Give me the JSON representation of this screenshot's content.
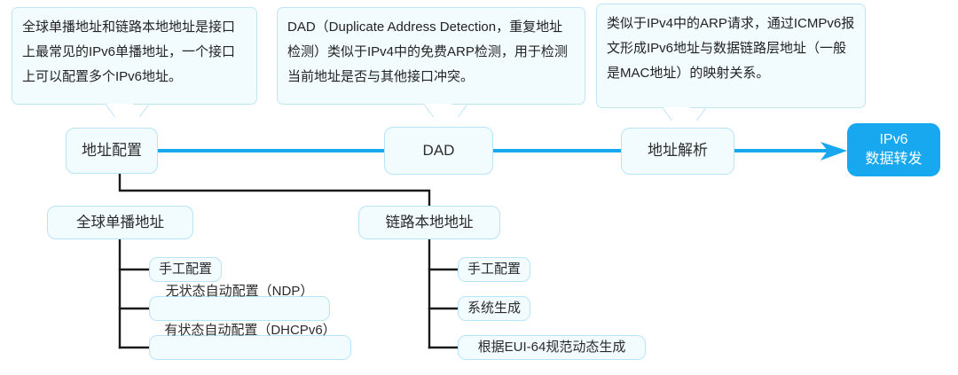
{
  "diagram": {
    "title": "IPv6 address configuration and forwarding flow",
    "colors": {
      "box_fill": "#f2fbfe",
      "box_border": "#b7e5f7",
      "accent": "#18a8ef",
      "flow_line": "#18a8ef",
      "tree_line": "#1a1a1a",
      "text": "#2b2b2b",
      "accent_text": "#ffffff"
    }
  },
  "callouts": [
    {
      "id": "callout-address-config",
      "text": "全球单播地址和链路本地地址是接口上最常见的IPv6单播地址，一个接口上可以配置多个IPv6地址。"
    },
    {
      "id": "callout-dad",
      "text": "DAD（Duplicate Address Detection，重复地址检测）类似于IPv4中的免费ARP检测，用于检测当前地址是否与其他接口冲突。"
    },
    {
      "id": "callout-address-resolution",
      "text": "类似于IPv4中的ARP请求，通过ICMPv6报文形成IPv6地址与数据链路层地址（一般是MAC地址）的映射关系。"
    }
  ],
  "flow": {
    "nodes": [
      {
        "id": "address-config",
        "label": "地址配置"
      },
      {
        "id": "dad",
        "label": "DAD"
      },
      {
        "id": "address-resolution",
        "label": "地址解析"
      },
      {
        "id": "ipv6-forwarding",
        "label": "IPv6\n数据转发"
      }
    ]
  },
  "categories": [
    {
      "id": "global-unicast",
      "label": "全球单播地址"
    },
    {
      "id": "link-local",
      "label": "链路本地地址"
    }
  ],
  "leaves": {
    "global_unicast": [
      {
        "id": "gua-manual",
        "label": "手工配置"
      },
      {
        "id": "gua-stateless",
        "label": "无状态自动配置（NDP）"
      },
      {
        "id": "gua-stateful",
        "label": "有状态自动配置（DHCPv6）"
      }
    ],
    "link_local": [
      {
        "id": "lla-manual",
        "label": "手工配置"
      },
      {
        "id": "lla-system",
        "label": "系统生成"
      },
      {
        "id": "lla-eui64",
        "label": "根据EUI-64规范动态生成"
      }
    ]
  }
}
